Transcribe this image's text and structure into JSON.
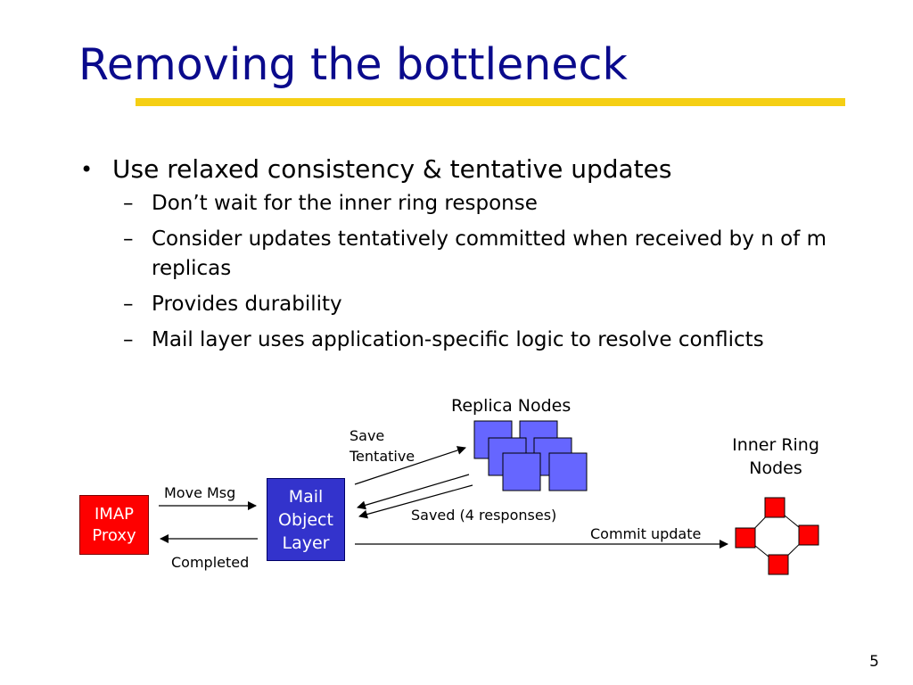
{
  "slide": {
    "title": "Removing the bottleneck",
    "page_number": "5"
  },
  "bullets": {
    "main": "Use relaxed consistency & tentative updates",
    "marker_main": "•",
    "marker_sub": "–",
    "sub": [
      "Don’t wait for the inner ring response",
      "Consider updates tentatively committed when received by n of m replicas",
      "Provides durability",
      "Mail layer uses application-specific logic to resolve conflicts"
    ]
  },
  "diagram": {
    "imap_proxy": "IMAP Proxy",
    "mail_object_layer": "Mail Object Layer",
    "replica_nodes_label": "Replica Nodes",
    "inner_ring_label": "Inner Ring Nodes",
    "move_msg": "Move Msg",
    "completed": "Completed",
    "save_tentative": "Save Tentative",
    "saved_responses": "Saved (4 responses)",
    "commit_update": "Commit update",
    "colors": {
      "replica_fill": "#6666ff",
      "ring_node_fill": "#fe0000",
      "imap_fill": "#fe0000",
      "mail_fill": "#3333cc",
      "title_color": "#0a0a8c",
      "rule_color": "#f5cf14"
    }
  }
}
